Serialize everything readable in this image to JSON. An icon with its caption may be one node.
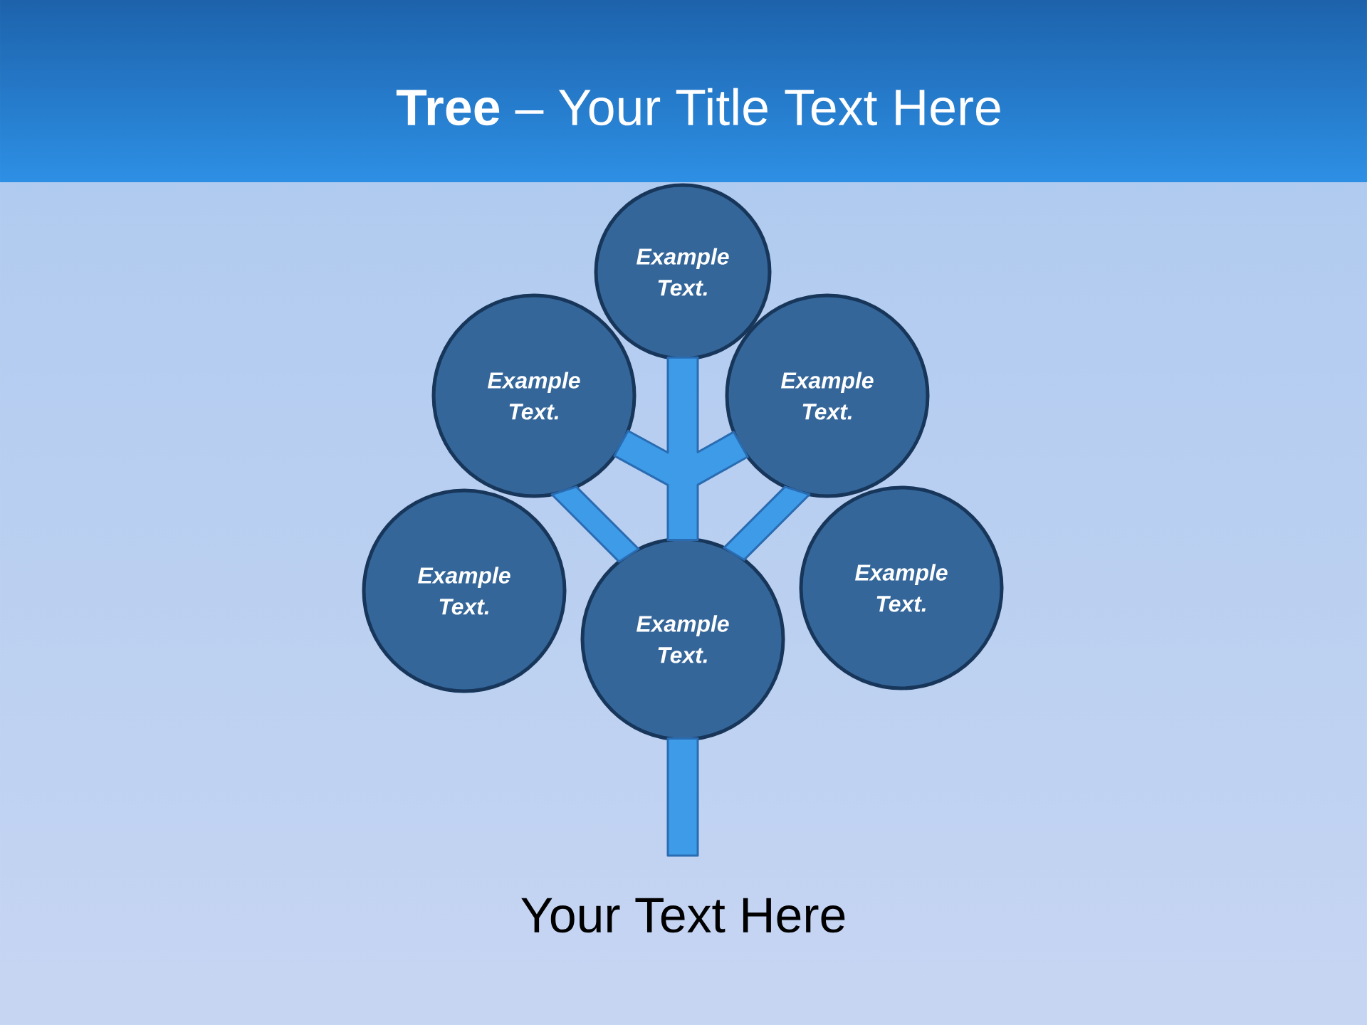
{
  "diagram": {
    "title": "**Tree** – Your Title Text Here",
    "nodes": [
      {
        "text": [
          "Example Text."
        ]
      },
      {
        "text": [
          "Example Text."
        ]
      },
      {
        "text": [
          "Example Text."
        ]
      },
      {
        "text": [
          "Example Text."
        ]
      },
      {
        "text": [
          "Example Text."
        ]
      },
      {
        "text": [
          "Example Text."
        ]
      }
    ],
    "edges": [
      {
        "from": 4,
        "to": 1,
        "arrow": "none"
      },
      {
        "from": 4,
        "to": 2,
        "arrow": "none"
      },
      {
        "from": 4,
        "to": 1,
        "arrow": "none"
      },
      {
        "from": 4,
        "to": 2,
        "arrow": "none"
      },
      {
        "from": 4,
        "to": 0,
        "arrow": "none"
      },
      {
        "from": null,
        "to": 4,
        "arrow": "none"
      }
    ],
    "labels": [
      "Your Text Here"
    ]
  }
}
